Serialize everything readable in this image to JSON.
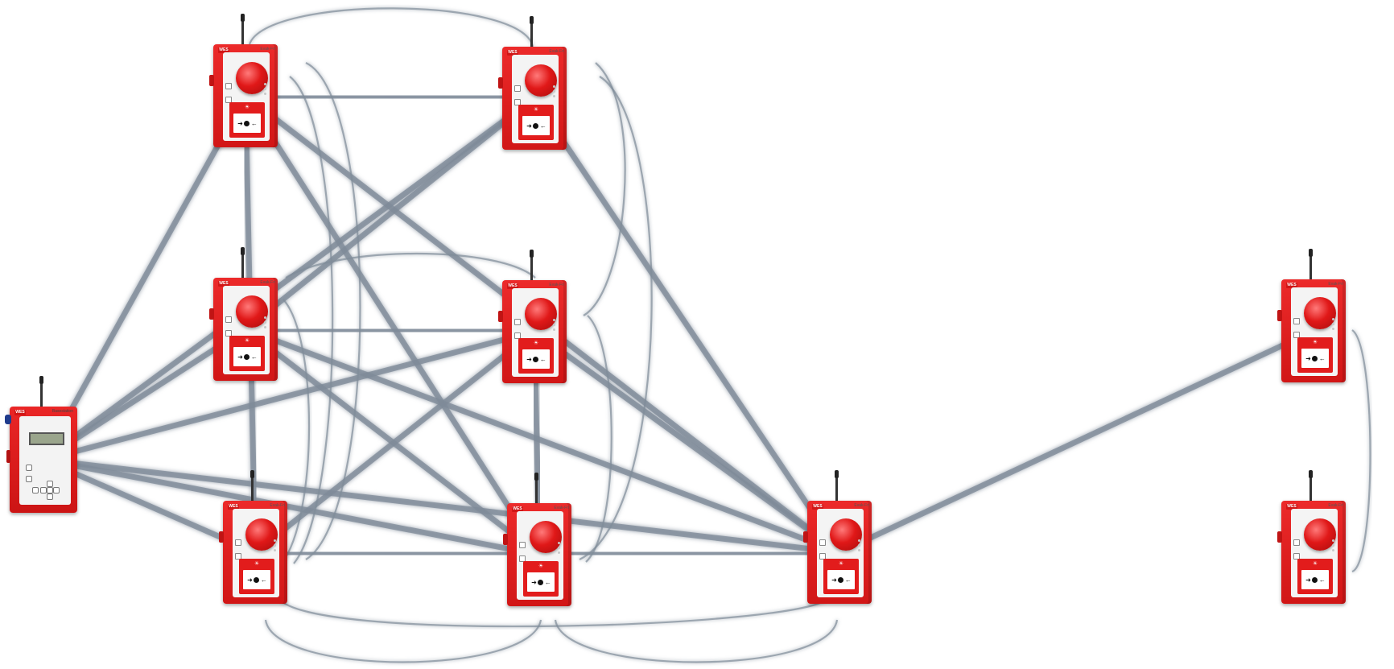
{
  "diagram": {
    "topic": "",
    "base_station": {
      "id": "base",
      "brand": "WES",
      "label": "Basestation"
    },
    "devices": [
      {
        "id": "n1",
        "brand": "WES",
        "model": "Evak-Fri"
      },
      {
        "id": "n2",
        "brand": "WES",
        "model": "Evak-Fri"
      },
      {
        "id": "n3",
        "brand": "WES",
        "model": "Evak-Fri"
      },
      {
        "id": "n4",
        "brand": "WES",
        "model": "Evak-Fri"
      },
      {
        "id": "n5",
        "brand": "WES",
        "model": "Evak-Fri"
      },
      {
        "id": "n6",
        "brand": "WES",
        "model": "Evak-Fri"
      },
      {
        "id": "n7",
        "brand": "WES",
        "model": "Evak-Fri"
      },
      {
        "id": "n8",
        "brand": "WES",
        "model": "Evak-Fri"
      },
      {
        "id": "n9",
        "brand": "WES",
        "model": "Evak-Fri"
      }
    ],
    "links": [
      [
        "base",
        "n1"
      ],
      [
        "base",
        "n2"
      ],
      [
        "base",
        "n3"
      ],
      [
        "base",
        "n4"
      ],
      [
        "base",
        "n5"
      ],
      [
        "base",
        "n6"
      ],
      [
        "base",
        "n7"
      ],
      [
        "n1",
        "n2"
      ],
      [
        "n1",
        "n3"
      ],
      [
        "n1",
        "n5"
      ],
      [
        "n1",
        "n6"
      ],
      [
        "n1",
        "n7"
      ],
      [
        "n2",
        "n3"
      ],
      [
        "n2",
        "n4"
      ],
      [
        "n2",
        "n7"
      ],
      [
        "n3",
        "n4"
      ],
      [
        "n3",
        "n6"
      ],
      [
        "n3",
        "n7"
      ],
      [
        "n4",
        "n5"
      ],
      [
        "n4",
        "n6"
      ],
      [
        "n4",
        "n7"
      ],
      [
        "n5",
        "n6"
      ],
      [
        "n6",
        "n7"
      ],
      [
        "n7",
        "n8"
      ],
      [
        "n7",
        "n9"
      ],
      [
        "n8",
        "n9"
      ]
    ],
    "colors": {
      "link": "#7f8b98",
      "device_case": "#e02020",
      "antenna": "#333333"
    }
  }
}
